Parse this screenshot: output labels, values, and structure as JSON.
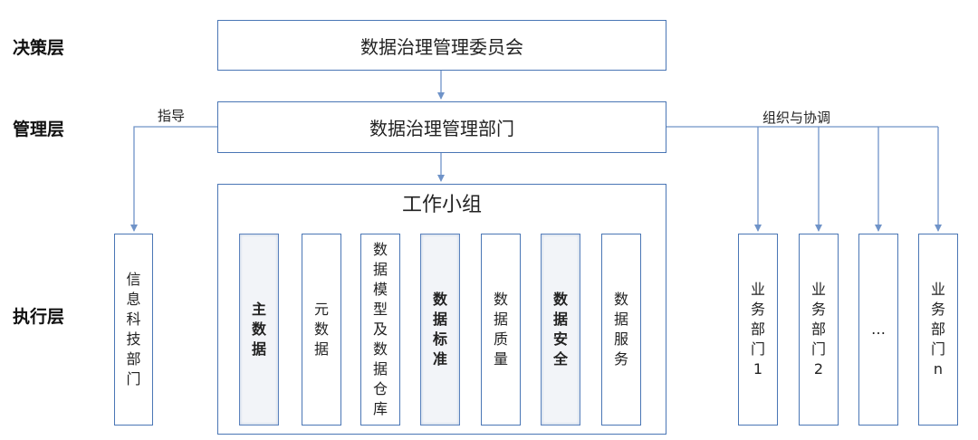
{
  "layers": {
    "decision": "决策层",
    "management": "管理层",
    "execution": "执行层"
  },
  "committee": "数据治理管理委员会",
  "department": "数据治理管理部门",
  "edge_labels": {
    "guide": "指导",
    "coordinate": "组织与协调"
  },
  "it_department": "信息科技部门",
  "working_group": {
    "title": "工作小组",
    "teams": [
      {
        "label": "主数据",
        "highlight": true
      },
      {
        "label": "元数据",
        "highlight": false
      },
      {
        "label": "数据模型及数据仓库",
        "highlight": false
      },
      {
        "label": "数据标准",
        "highlight": true
      },
      {
        "label": "数据质量",
        "highlight": false
      },
      {
        "label": "数据安全",
        "highlight": true
      },
      {
        "label": "数据服务",
        "highlight": false
      }
    ]
  },
  "business_departments": [
    "业务部门1",
    "业务部门2",
    "…",
    "业务部门n"
  ],
  "colors": {
    "box_border": "#4a76b5",
    "connector": "#6f93c8"
  }
}
